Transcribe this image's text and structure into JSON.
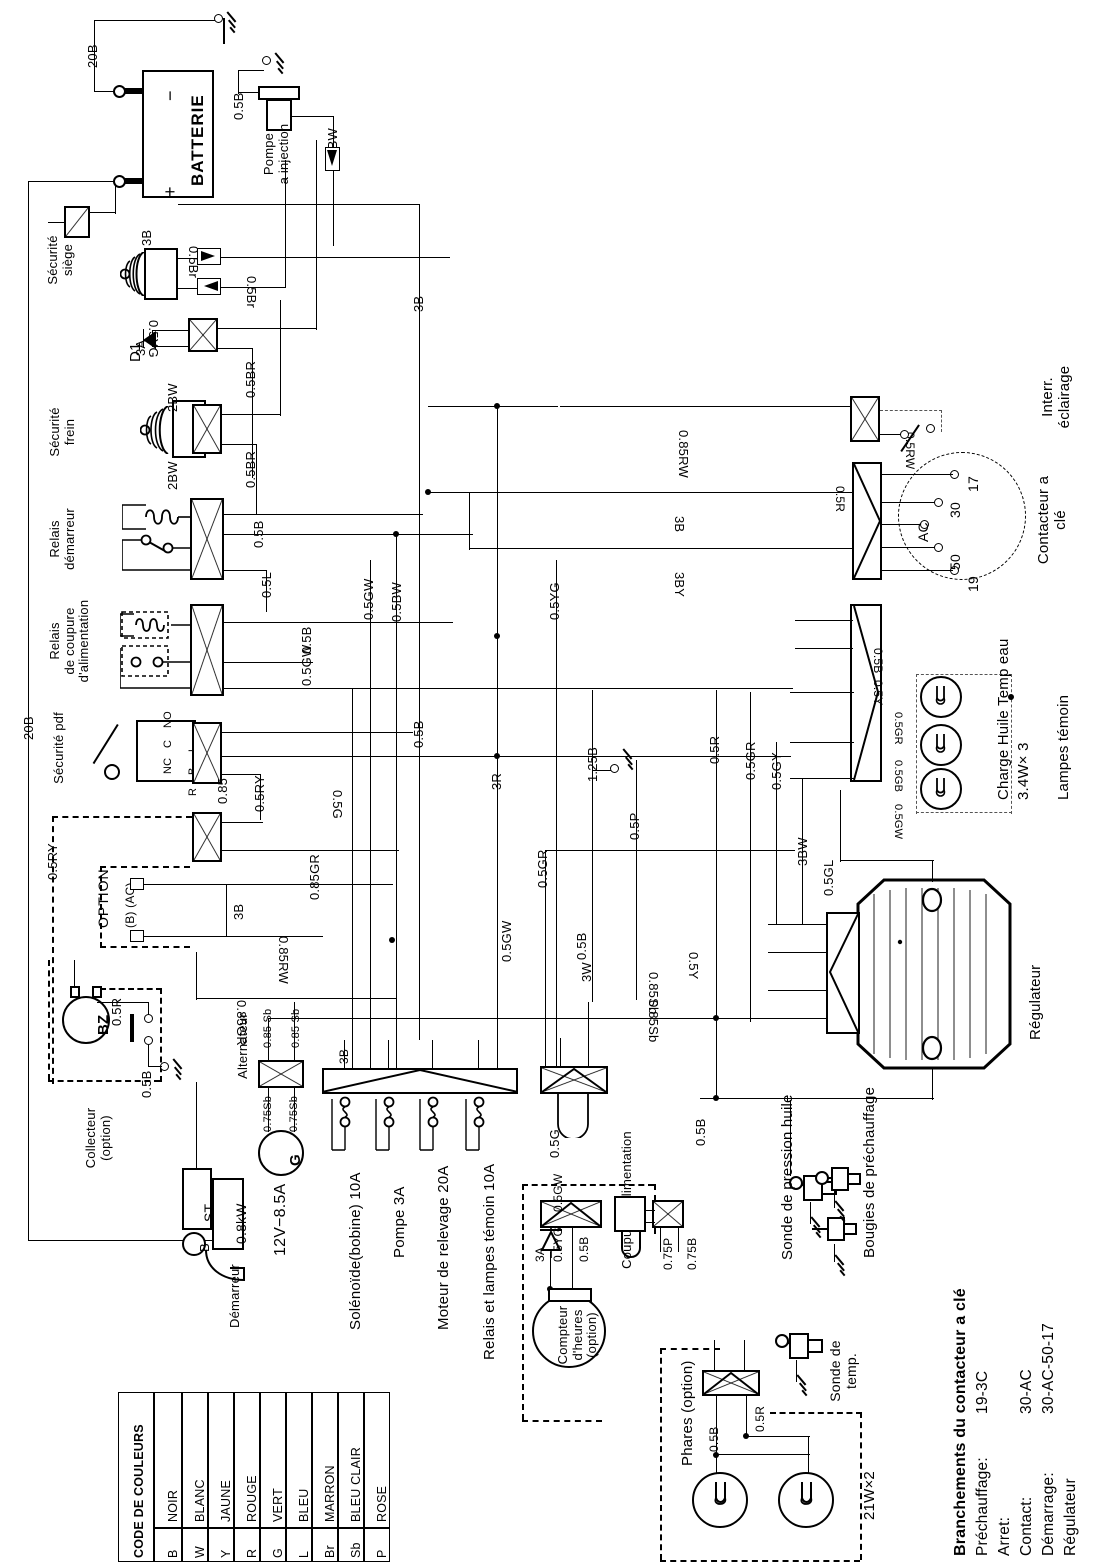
{
  "document": {
    "type": "schema-electrique",
    "language": "fr"
  },
  "components": {
    "battery": "BATTERIE",
    "battery_plus": "+",
    "battery_minus": "−",
    "injection_pump": "Pompe\na injection",
    "seat_safety": "Sécurité\nsiège",
    "diode_d1": "D1",
    "brake_safety": "Sécurité\nfrein",
    "starter_relay": "Relais\ndémarreur",
    "power_cut_relay": "Relais\nde coupure\nd'alimentation",
    "pto_safety": "Sécurité pdf",
    "option": "OPTION",
    "option_terminals": "(B) (AC)",
    "collector": "Collecteur\n(option)",
    "buzzer": "BZ",
    "alternator": "Alternateur",
    "alternator_rating": "12V−8.5A",
    "alternator_symbol": "G",
    "starter": "Démarreur",
    "starter_power": "0.8kW",
    "starter_st": "ST",
    "starter_b": "B",
    "hour_meter": "Compteur\nd'heures\n(option)",
    "power_cut": "Coupure d'alimentation",
    "headlights": "Phares (option)",
    "headlights_rating": "21W×2",
    "oil_pressure_sender": "Sonde de pression huile",
    "glow_plugs": "Bougies de préchauffage",
    "temp_sender": "Sonde de\ntemp.",
    "light_switch": "Interr.\néclairage",
    "key_switch": "Contacteur a\nclé",
    "regulator": "Régulateur",
    "warning_lamps_title": "Charge Huile  Temp eau",
    "warning_lamps_rating": "3.4W× 3",
    "warning_lamps": "Lampes témoin"
  },
  "key_switch_terminals": [
    "17",
    "30",
    "AC",
    "50",
    "19"
  ],
  "pto_terminals": [
    "NC",
    "C",
    "NO"
  ],
  "fuses": [
    {
      "label": "Solénoïde(bobine) 10A"
    },
    {
      "label": "Pompe  3A"
    },
    {
      "label": "Moteur de relevage 20A"
    },
    {
      "label": "Relais et lampes témoin 10A"
    }
  ],
  "wire_labels": {
    "w_20B_top": "20B",
    "w_20B_left": "20B",
    "w_05B_pump": "0.5B",
    "w_05BW_pump": "0.5BW",
    "w_3B_seat": "3B",
    "w_05Br_a": "0.5Br",
    "w_05Br_b": "0.5Br",
    "w_05YG_seat": "0.5YG",
    "w_3A_d1": "3A",
    "w_2BW": "2BW",
    "w_2BW_b": "2BW",
    "w_05BR_a": "0.5BR",
    "w_05BR_b": "0.5BR",
    "w_3B_vert": "3B",
    "w_05B_relay": "0.5B",
    "w_05L": "0.5L",
    "w_05B_cut": "0.5B",
    "w_05GW_cut": "0.5GW",
    "w_05B_pdf": "0.5B",
    "w_085": "0.85",
    "w_05RY_a": "0.5RY",
    "w_05RY_b": "0.5RY",
    "w_05G": "0.5G",
    "w_3B_opt": "3B",
    "w_085GR_a": "0.85GR",
    "w_085GR_b": "0.85GR",
    "w_085RW": "0.85RW",
    "w_05R_bz": "0.5R",
    "w_05B_bz": "0.5B",
    "w_085Sb_a": "0.85 Sb",
    "w_085Sb_b": "0.85 Sb",
    "w_075Sb_a": "0.75Sb",
    "w_075Sb_b": "0.75Sb",
    "w_3B_fuse": "3B",
    "w_05GW_mid": "0.5GW",
    "w_085RW_mid": "0.85RW",
    "w_3R": "3R",
    "w_05BW_mid": "0.5BW",
    "w_05GW_upper": "0.5GW",
    "w_05YG_mid": "0.5YG",
    "w_125B": "1.25B",
    "w_05P": "0.5P",
    "w_05GR_mid": "0.5GR",
    "w_3W": "3W",
    "w_05B_mid2": "0.5B",
    "w_05G_cut": "0.5G",
    "w_3A_hm": "3A",
    "w_05GW_hm": "0.5GW",
    "w_05YG_hm": "0.5YG",
    "w_05B_hm": "0.5B",
    "w_075P": "0.75P",
    "w_075B": "0.75B",
    "w_05B_lamp": "0.5B",
    "w_05B_ph": "0.5B",
    "w_05R_ph": "0.5R",
    "w_05RW_sw": "0.5RW",
    "w_05R_sw": "0.5R",
    "w_3B_key": "3B",
    "w_3BY_key": "3BY",
    "w_05B_reg": "0.5B",
    "w_05Y_reg": "0.5Y",
    "w_05R_reg": "0.5R",
    "w_05GR_reg": "0.5GR",
    "w_05GY_reg": "0.5GY",
    "w_3BW": "3BW",
    "w_05GL": "0.5GL",
    "w_05GR_lamp": "0.5GR",
    "w_05GB_lamp": "0.5GB",
    "w_05GW_lamp": "0.5GW",
    "w_05Y_low": "0.5Y",
    "w_05B_low": "0.5B",
    "w_085Sb_low1": "0.85Sb",
    "w_085Sb_low2": "0.85Sb",
    "w_05B_bot": "0.5B"
  },
  "color_code": {
    "title": "CODE DE COULEURS",
    "rows": [
      {
        "code": "B",
        "name": "NOIR"
      },
      {
        "code": "W",
        "name": "BLANC"
      },
      {
        "code": "Y",
        "name": "JAUNE"
      },
      {
        "code": "R",
        "name": "ROUGE"
      },
      {
        "code": "G",
        "name": "VERT"
      },
      {
        "code": "L",
        "name": "BLEU"
      },
      {
        "code": "Br",
        "name": "MARRON"
      },
      {
        "code": "Sb",
        "name": "BLEU CLAIR"
      },
      {
        "code": "P",
        "name": "ROSE"
      }
    ]
  },
  "key_switch_legend": {
    "title": "Branchements du contacteur a clé",
    "rows": [
      {
        "label": "Préchauffage:",
        "value": "19-3C"
      },
      {
        "label": "Arret:",
        "value": ""
      },
      {
        "label": "Contact:",
        "value": "30-AC"
      },
      {
        "label": "Démarrage:",
        "value": "30-AC-50-17"
      },
      {
        "label": "Régulateur",
        "value": ""
      }
    ]
  }
}
